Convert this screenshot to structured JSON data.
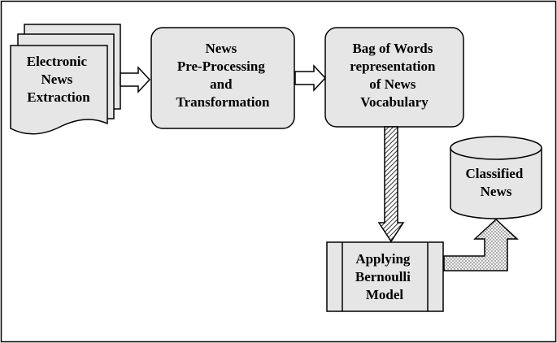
{
  "nodes": {
    "extraction": {
      "lines": [
        "Electronic",
        "News",
        "Extraction"
      ]
    },
    "preprocessing": {
      "lines": [
        "News",
        "Pre-Processing",
        "and",
        "Transformation"
      ]
    },
    "bag_of_words": {
      "lines": [
        "Bag of Words",
        "representation",
        "of News",
        "Vocabulary"
      ]
    },
    "bernoulli": {
      "lines": [
        "Applying",
        "Bernoulli",
        "Model"
      ]
    },
    "classified": {
      "lines": [
        "Classified",
        "News"
      ]
    }
  },
  "colors": {
    "box_fill": "#e6e6e6",
    "stroke": "#000000",
    "background": "#ffffff"
  }
}
